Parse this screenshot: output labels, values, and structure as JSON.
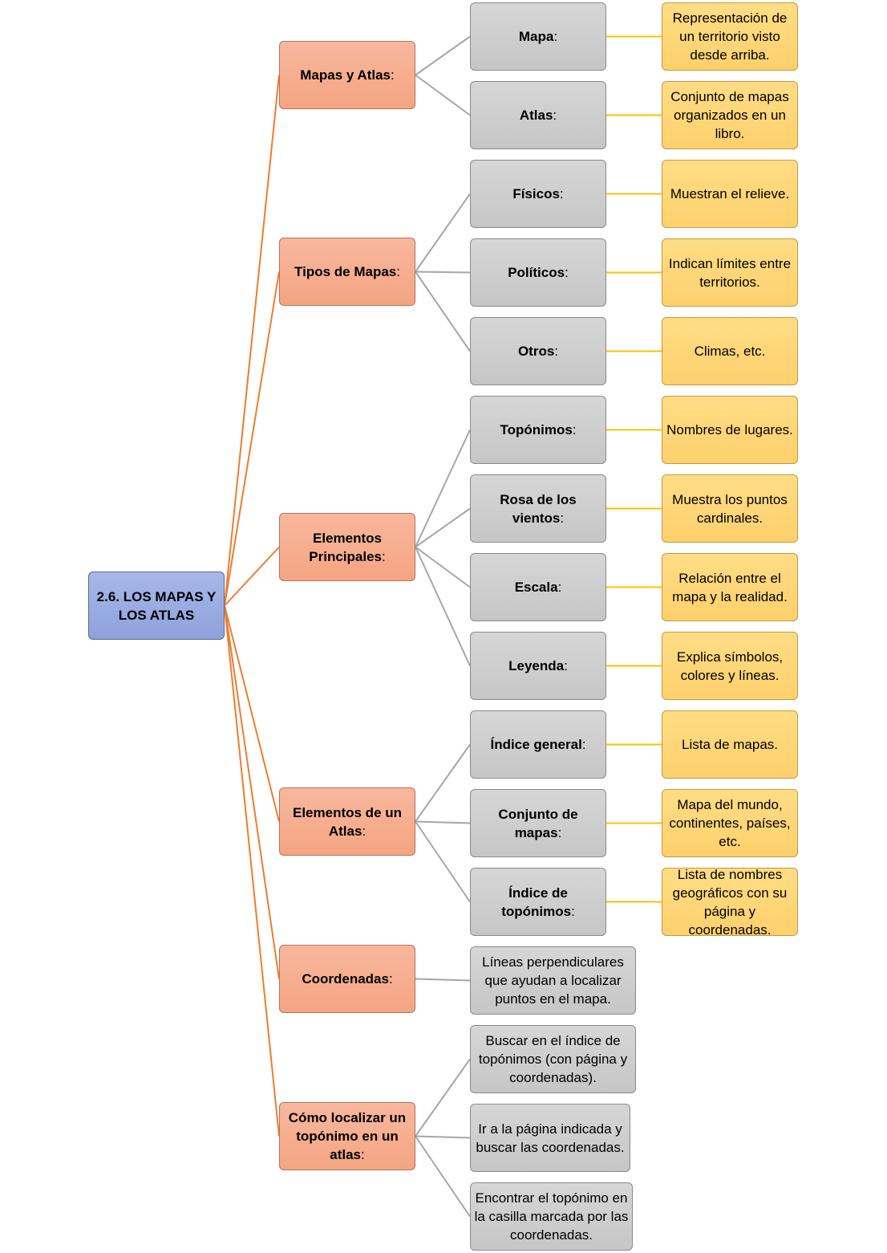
{
  "root": {
    "title": "2.6. LOS MAPAS Y LOS ATLAS"
  },
  "branches": [
    {
      "label": "Mapas y Atlas",
      "suffix": ":",
      "children": [
        {
          "label": "Mapa",
          "suffix": ":",
          "detail": "Representación de un territorio visto desde arriba."
        },
        {
          "label": "Atlas",
          "suffix": ":",
          "detail": "Conjunto de mapas organizados en un libro."
        }
      ]
    },
    {
      "label": "Tipos de Mapas",
      "suffix": ":",
      "children": [
        {
          "label": "Físicos",
          "suffix": ":",
          "detail": "Muestran el relieve."
        },
        {
          "label": "Políticos",
          "suffix": ":",
          "detail": "Indican límites entre territorios."
        },
        {
          "label": "Otros",
          "suffix": ":",
          "detail": "Climas, etc."
        }
      ]
    },
    {
      "label": "Elementos Principales",
      "suffix": ":",
      "children": [
        {
          "label": "Topónimos",
          "suffix": ":",
          "detail": "Nombres de lugares."
        },
        {
          "label": "Rosa de los vientos",
          "suffix": ":",
          "detail": "Muestra los puntos cardinales."
        },
        {
          "label": "Escala",
          "suffix": ":",
          "detail": "Relación entre el mapa y la realidad."
        },
        {
          "label": "Leyenda",
          "suffix": ":",
          "detail": "Explica símbolos, colores y líneas."
        }
      ]
    },
    {
      "label": "Elementos de un Atlas",
      "suffix": ":",
      "children": [
        {
          "label": "Índice general",
          "suffix": ":",
          "detail": "Lista de mapas."
        },
        {
          "label": "Conjunto de mapas",
          "suffix": ":",
          "detail": "Mapa del mundo, continentes, países, etc."
        },
        {
          "label": "Índice de topónimos",
          "suffix": ":",
          "detail": "Lista de nombres geográficos con su página y coordenadas."
        }
      ]
    },
    {
      "label": "Coordenadas",
      "suffix": ":",
      "children": [
        {
          "text": "Líneas perpendiculares que ayudan a localizar puntos en el mapa."
        }
      ]
    },
    {
      "label": "Cómo localizar un topónimo en un atlas",
      "suffix": ":",
      "children": [
        {
          "text": "Buscar en el índice de topónimos (con página y coordenadas)."
        },
        {
          "text": "Ir a la página indicada y buscar las coordenadas."
        },
        {
          "text": "Encontrar el topónimo en la casilla marcada por las coordenadas."
        }
      ]
    }
  ],
  "colors": {
    "root_connector": "#ed7d31",
    "branch_connector": "#a6a6a6",
    "detail_connector": "#ffc000"
  }
}
